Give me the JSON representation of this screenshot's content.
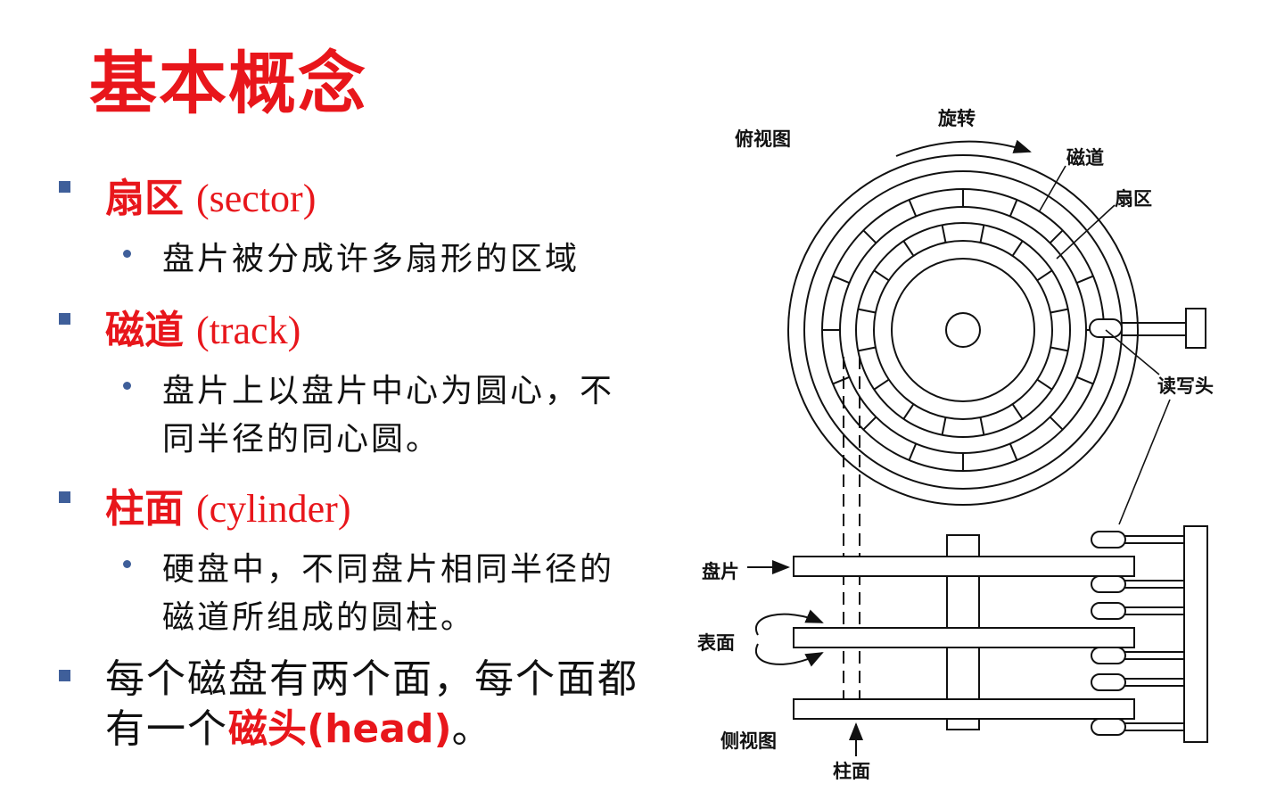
{
  "title": "基本概念",
  "bullets": {
    "sector": {
      "term": "扇区",
      "paren": "(sector)",
      "desc": "盘片被分成许多扇形的区域"
    },
    "track": {
      "term": "磁道",
      "paren": "(track)",
      "desc_line1": "盘片上以盘片中心为圆心，不",
      "desc_line2": "同半径的同心圆。"
    },
    "cylinder": {
      "term": "柱面",
      "paren": "(cylinder)",
      "desc_line1": "硬盘中，不同盘片相同半径的",
      "desc_line2": "磁道所组成的圆柱。"
    },
    "head": {
      "line1": "每个磁盘有两个面，每个面都",
      "line2_prefix": "有一个",
      "line2_highlight": "磁头(head)",
      "line2_suffix": "。"
    }
  },
  "diagram": {
    "top_view_label": "俯视图",
    "rotation_label": "旋转",
    "track_label": "磁道",
    "sector_label": "扇区",
    "head_label": "读写头",
    "platter_label": "盘片",
    "surface_label": "表面",
    "side_view_label": "侧视图",
    "cylinder_label": "柱面"
  },
  "colors": {
    "accent": "#e8161b",
    "bullet": "#3f5f9a",
    "text": "#111111"
  }
}
